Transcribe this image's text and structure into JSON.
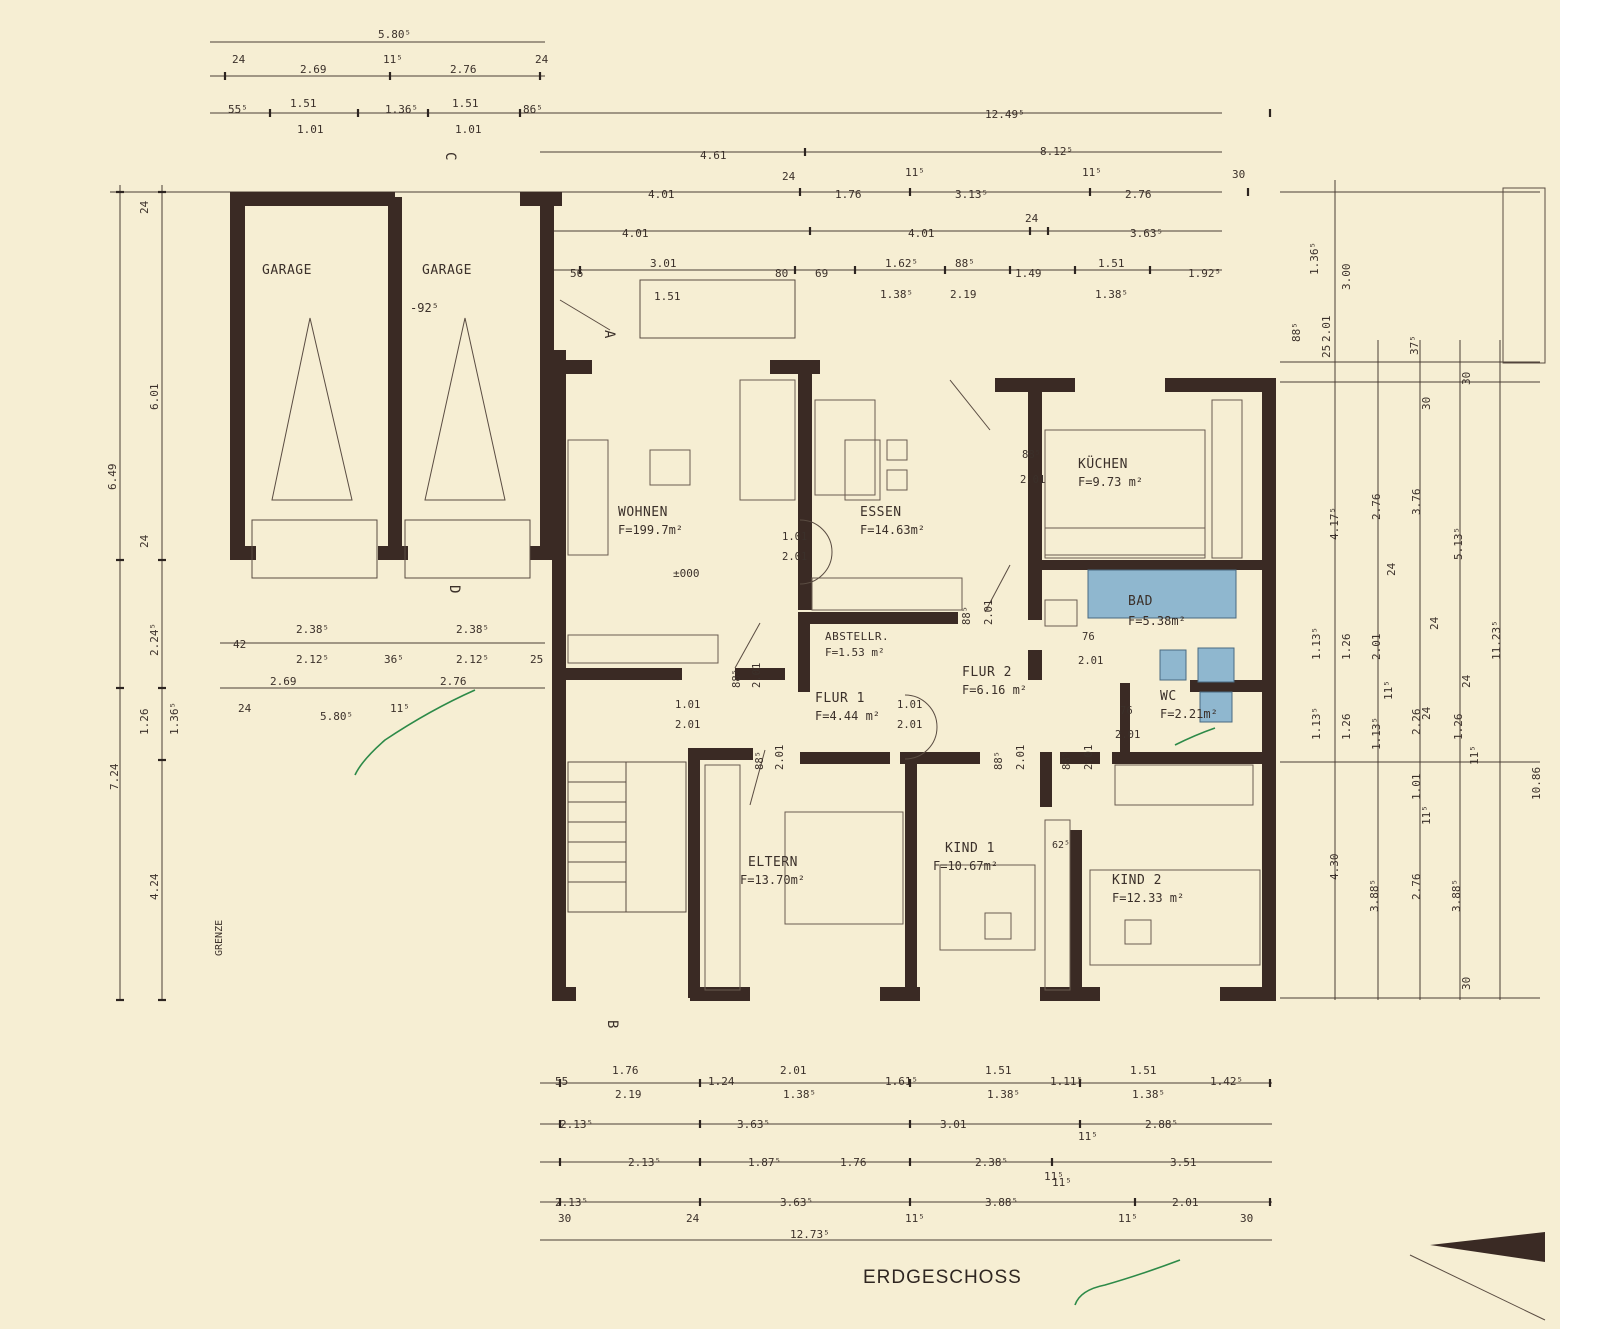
{
  "title": "ERDGESCHOSS",
  "rooms": [
    {
      "name": "GARAGE"
    },
    {
      "name": "GARAGE"
    },
    {
      "name": "WOHNEN",
      "area": "F=199.7m²"
    },
    {
      "name": "ESSEN",
      "area": "F=14.63m²"
    },
    {
      "name": "KÜCHEN",
      "area": "F=9.73 m²"
    },
    {
      "name": "BAD",
      "area": "F=5.38m²"
    },
    {
      "name": "ABSTELLR.",
      "area": "F=1.53 m²"
    },
    {
      "name": "FLUR 1",
      "area": "F=4.44 m²"
    },
    {
      "name": "FLUR 2",
      "area": "F=6.16 m²"
    },
    {
      "name": "WC",
      "area": "F=2.21m²"
    },
    {
      "name": "ELTERN",
      "area": "F=13.70m²"
    },
    {
      "name": "KIND 1",
      "area": "F=10.67m²"
    },
    {
      "name": "KIND 2",
      "area": "F=12.33 m²"
    }
  ],
  "doors": [
    {
      "w": "1.01",
      "h": "2.01"
    },
    {
      "w": "1.01",
      "h": "2.01"
    },
    {
      "w": "1.01",
      "h": "2.01"
    },
    {
      "w": "88⁵",
      "h": "2.01"
    },
    {
      "w": "88⁵",
      "h": "2.01"
    },
    {
      "w": "88⁵",
      "h": "2.01"
    },
    {
      "w": "88⁵",
      "h": "2.01"
    },
    {
      "w": "76",
      "h": "2.01"
    },
    {
      "w": "76",
      "h": "2.01"
    },
    {
      "w": "88⁵",
      "h": "2.01"
    },
    {
      "w": "88⁵",
      "h": "2.01"
    }
  ],
  "misc": {
    "level": "±000",
    "garage_level": "-92⁵",
    "grenze": "GRENZE",
    "section_a": "A",
    "section_b": "B",
    "section_c": "C",
    "section_d": "D",
    "stair_width": "1.51",
    "window_62": "62⁵"
  },
  "dims_top": {
    "row1": [
      "5.80⁵"
    ],
    "row2": [
      "24",
      "2.69",
      "11⁵",
      "2.76",
      "24"
    ],
    "row3": [
      "55⁵",
      "1.51",
      "1.36⁵",
      "1.51",
      "86⁵"
    ],
    "row3b": [
      "1.01",
      "1.01"
    ],
    "row4": [
      "12.49⁵"
    ],
    "row5": [
      "4.61",
      "8.12⁵"
    ],
    "row6": [
      "4.01",
      "24",
      "1.76",
      "11⁵",
      "3.13⁵",
      "11⁵",
      "2.76",
      "30"
    ],
    "row7": [
      "4.01",
      "4.01",
      "24",
      "3.63⁵"
    ],
    "row8": [
      "56",
      "3.01",
      "80",
      "69",
      "1.62⁵",
      "88⁵",
      "1.49",
      "1.51",
      "1.92⁵"
    ],
    "row8b": [
      "1.38⁵",
      "2.19",
      "1.38⁵"
    ]
  },
  "dims_garage_bottom": {
    "row1": [
      "42",
      "2.38⁵",
      "2.38⁵"
    ],
    "row2": [
      "2.12⁵",
      "36⁵",
      "2.12⁵",
      "25"
    ],
    "row3": [
      "2.69",
      "2.76"
    ],
    "row4": [
      "24",
      "5.80⁵",
      "11⁵"
    ]
  },
  "dims_left": [
    "24",
    "6.01",
    "6.49",
    "24",
    "2.24⁵",
    "1.26",
    "1.36⁵",
    "7.24",
    "4.24"
  ],
  "dims_right": [
    "1.36⁵",
    "3.00",
    "88⁵",
    "2.01",
    "25",
    "37⁵",
    "30",
    "30",
    "4.17⁵",
    "2.76",
    "3.76",
    "5.13⁵",
    "24",
    "24",
    "1.13⁵",
    "1.26",
    "2.01",
    "24",
    "11.23⁵",
    "11⁵",
    "24",
    "1.13⁵",
    "1.26",
    "1.13⁵",
    "2.26",
    "1.26",
    "11⁵",
    "1.01",
    "11⁵",
    "4.30",
    "3.88⁵",
    "2.76",
    "3.88⁵",
    "10.86",
    "30"
  ],
  "dims_bottom": {
    "row1": [
      "55",
      "1.76",
      "1.24",
      "2.01",
      "1.61⁵",
      "1.51",
      "1.11⁵",
      "1.51",
      "1.42⁵"
    ],
    "row1b": [
      "2.19",
      "1.38⁵",
      "1.38⁵",
      "1.38⁵"
    ],
    "row2": [
      "2.13⁵",
      "3.63⁵",
      "3.01",
      "11⁵",
      "2.88⁵"
    ],
    "row3": [
      "2.13⁵",
      "1.87⁵",
      "1.76",
      "2.38⁵",
      "11⁵",
      "3.51"
    ],
    "row4": [
      "2.13⁵",
      "3.63⁵",
      "3.88⁵",
      "11⁵",
      "2.01"
    ],
    "row4b": [
      "30",
      "24",
      "11⁵",
      "11⁵",
      "30"
    ],
    "row5": [
      "12.73⁵"
    ]
  }
}
